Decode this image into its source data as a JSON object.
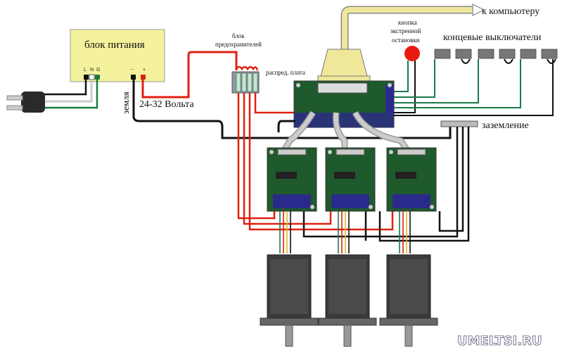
{
  "labels": {
    "power_supply": "блок питания",
    "psu_terminals": [
      "L",
      "N",
      "G"
    ],
    "psu_minus": "−",
    "psu_plus": "+",
    "ground_wire": "земля",
    "voltage": "24-32 Вольта",
    "fuse_block_line1": "блок",
    "fuse_block_line2": "предохранителей",
    "breakout_board": "распред. плата",
    "to_computer": "к компьютеру",
    "estop_line1": "кнопка",
    "estop_line2": "экстренной",
    "estop_line3": "остановки",
    "limit_switches": "концевые выключатели",
    "grounding": "заземление",
    "watermark": "UMELTSI.RU"
  },
  "colors": {
    "psu_fill": "#f4f29c",
    "power_wire": "#e02010",
    "ground_wire": "#111111",
    "signal_wire": "#1a7a4a",
    "parallel_cable": "#efe89a",
    "board": "#1f5a2c",
    "motor": "#3a3a3a",
    "estop": "#e81a10"
  },
  "drivers_count": 3,
  "motors_count": 3,
  "limit_switch_count": 6
}
